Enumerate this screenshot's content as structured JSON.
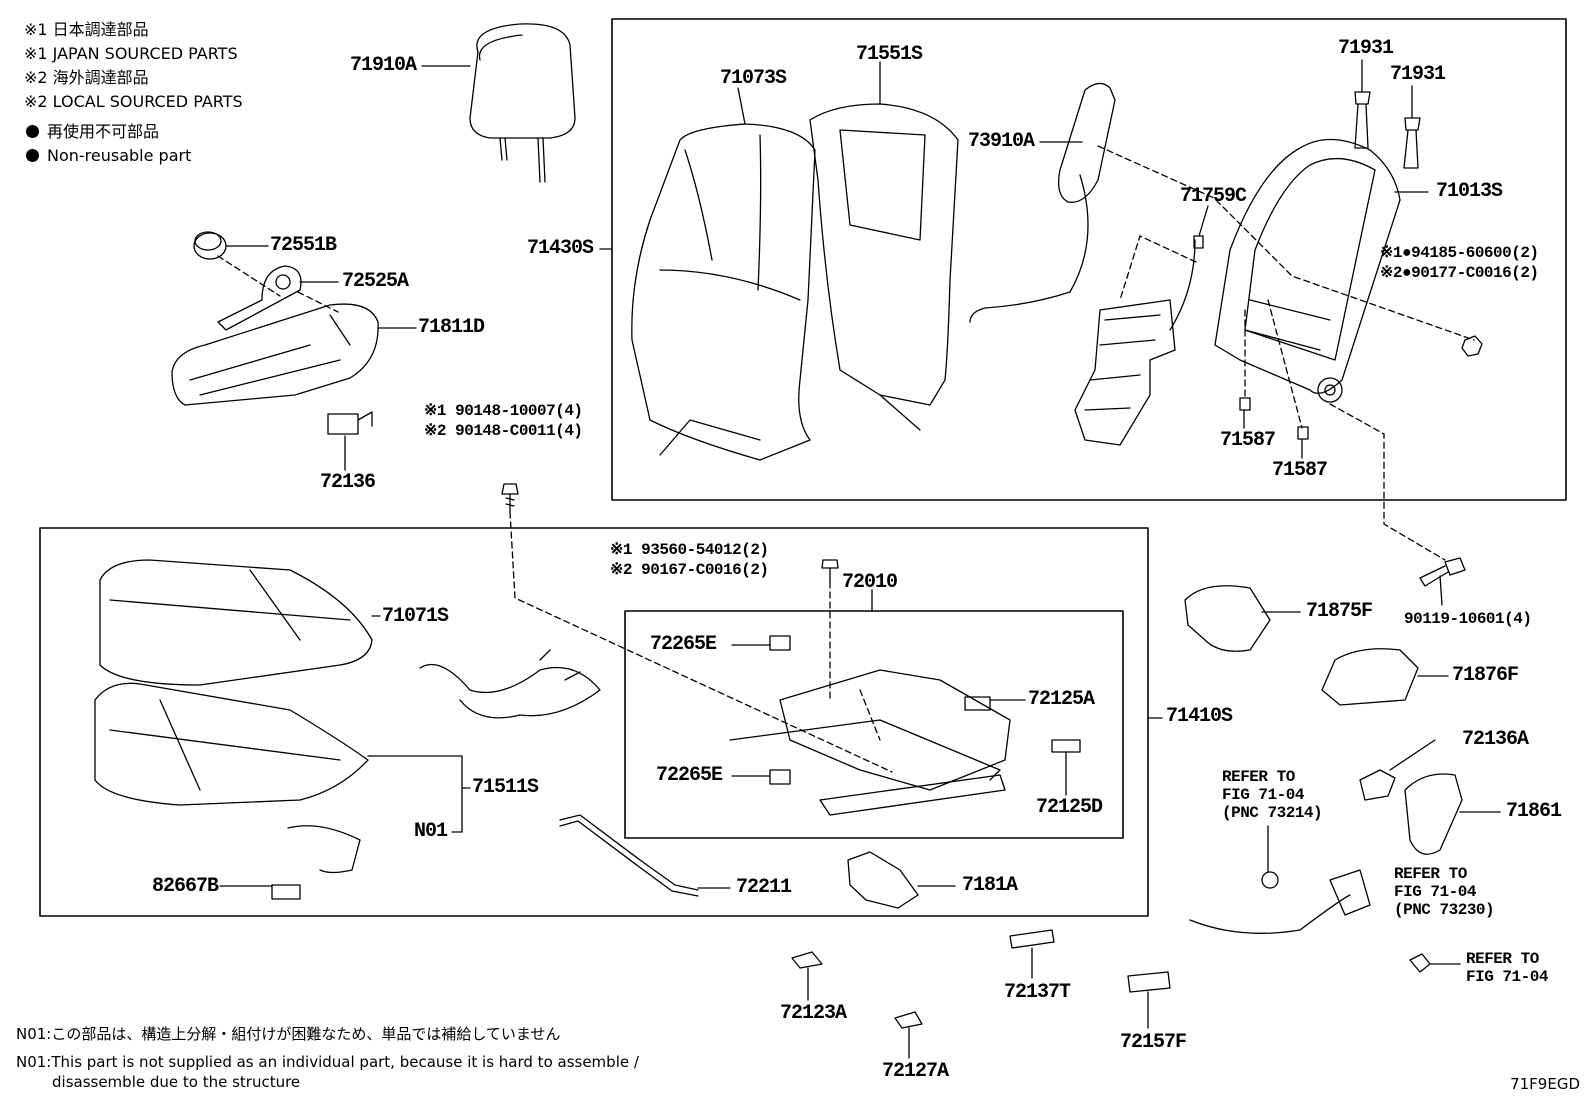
{
  "legend": {
    "lines": [
      "※1 日本調達部品",
      "※1 JAPAN SOURCED PARTS",
      "※2 海外調達部品",
      "※2 LOCAL SOURCED PARTS"
    ],
    "non_reusable_jp": "再使用不可部品",
    "non_reusable_en": "Non-reusable part"
  },
  "parts": {
    "p71910A": "71910A",
    "p72551B": "72551B",
    "p72525A": "72525A",
    "p71811D": "71811D",
    "p72136": "72136",
    "p90148_1": "※1 90148-10007(4)",
    "p90148_2": "※2 90148-C0011(4)",
    "p71073S": "71073S",
    "p71551S": "71551S",
    "p71430S": "71430S",
    "p73910A": "73910A",
    "p71759C": "71759C",
    "p71931a": "71931",
    "p71931b": "71931",
    "p71013S": "71013S",
    "p94185": "※1●94185-60600(2)",
    "p90177": "※2●90177-C0016(2)",
    "p71587a": "71587",
    "p71587b": "71587",
    "p90119": "90119-10601(4)",
    "p93560": "※1 93560-54012(2)",
    "p90167": "※2 90167-C0016(2)",
    "p72010": "72010",
    "p71071S": "71071S",
    "p72265E_a": "72265E",
    "p72265E_b": "72265E",
    "p72125A": "72125A",
    "p72125D": "72125D",
    "p71410S": "71410S",
    "p71511S": "71511S",
    "pN01": "N01",
    "p82667B": "82667B",
    "p72211": "72211",
    "p7181A": "7181A",
    "p71875F": "71875F",
    "p71876F": "71876F",
    "p72136A": "72136A",
    "p71861": "71861",
    "p72123A": "72123A",
    "p72127A": "72127A",
    "p72137T": "72137T",
    "p72157F": "72157F"
  },
  "refers": {
    "r1": [
      "REFER TO",
      "FIG 71-04",
      "(PNC 73214)"
    ],
    "r2": [
      "REFER TO",
      "FIG 71-04",
      "(PNC 73230)"
    ],
    "r3": [
      "REFER TO",
      "FIG 71-04"
    ]
  },
  "notes": {
    "jp": "N01:この部品は、構造上分解・組付けが困難なため、単品では補給していません",
    "en1": "N01:This part is not supplied as an individual part, because it is hard to assemble /",
    "en2": "disassemble due to the structure"
  },
  "figure_code": "71F9EGD"
}
